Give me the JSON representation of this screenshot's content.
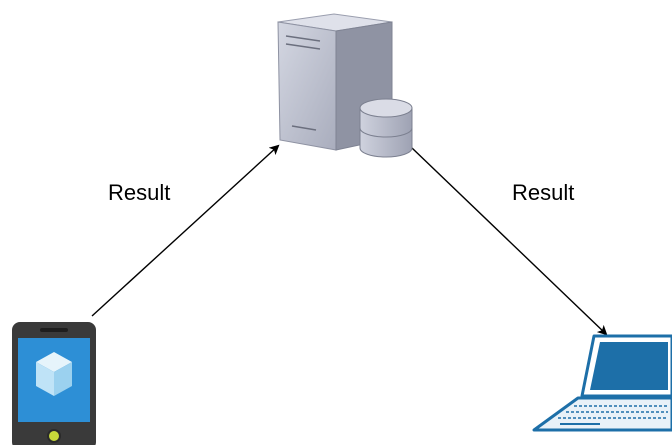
{
  "nodes": [
    {
      "id": "server",
      "icon": "server-with-database-icon"
    },
    {
      "id": "mobile",
      "icon": "mobile-app-phone-icon"
    },
    {
      "id": "laptop",
      "icon": "laptop-icon"
    }
  ],
  "edges": [
    {
      "from": "mobile",
      "to": "server",
      "label": "Result"
    },
    {
      "from": "server",
      "to": "laptop",
      "label": "Result"
    }
  ],
  "colors": {
    "server_body": "#b9bdcc",
    "server_side": "#8f93a3",
    "phone_frame": "#3a3a3a",
    "phone_screen": "#2d8fd6",
    "app_cube": "#bfe3f7",
    "laptop_blue": "#1d6fa8",
    "arrow": "#000000"
  }
}
